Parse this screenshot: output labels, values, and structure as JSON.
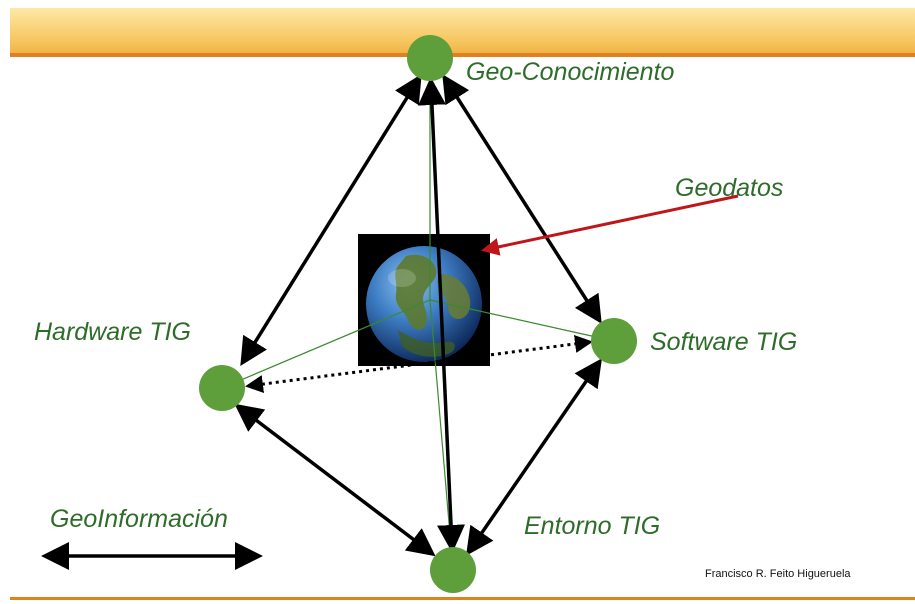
{
  "nodes": {
    "geo_conocimiento": "Geo-Conocimiento",
    "hardware": "Hardware TIG",
    "software": "Software TIG",
    "entorno": "Entorno TIG"
  },
  "center_label": "Geodatos",
  "legend": {
    "label": "GeoInformación"
  },
  "credit": "Francisco R. Feito Higueruela",
  "colors": {
    "node_fill": "#5e9e3b",
    "label_text": "#2e6c2a",
    "edge": "#000000",
    "pointer": "#c0161a",
    "bar_top": "#f6c55e",
    "bar_line": "#e1801d"
  }
}
